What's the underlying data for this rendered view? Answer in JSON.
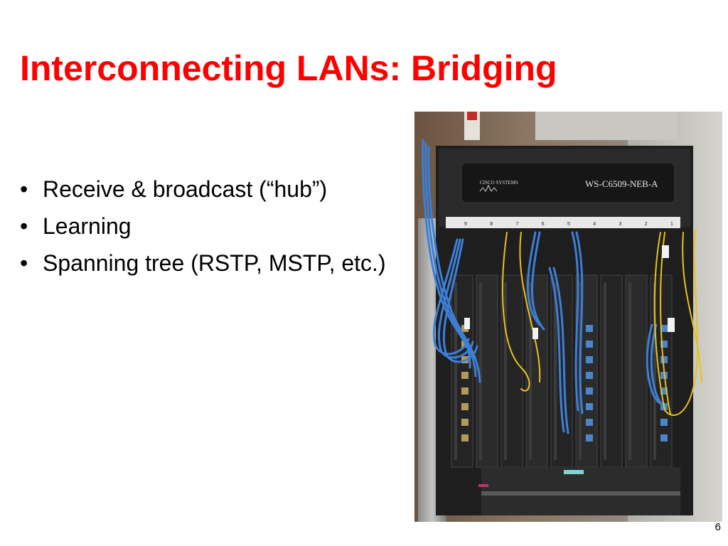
{
  "slide": {
    "title": "Interconnecting LANs: Bridging",
    "bullets": [
      "Receive & broadcast (“hub”)",
      "Learning",
      "Spanning tree (RSTP, MSTP, etc.)"
    ],
    "bullet_glyph": "•",
    "page_number": "6"
  },
  "photo": {
    "brand_text": "CISCO SYSTEMS",
    "model_text": "WS-C6509-NEB-A",
    "slot_numbers": [
      "9",
      "8",
      "7",
      "6",
      "5",
      "4",
      "3",
      "2",
      "1"
    ]
  },
  "colors": {
    "title": "#ff0000",
    "text": "#000000",
    "cable_blue": "#3d7fd6",
    "cable_yellow": "#e8c21c",
    "chassis": "#222222"
  }
}
